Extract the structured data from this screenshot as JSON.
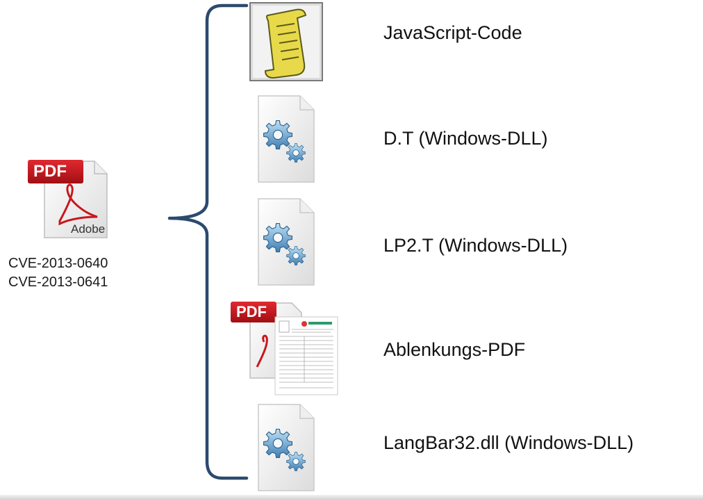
{
  "source": {
    "badge": "PDF",
    "logo_text": "Adobe",
    "cves": [
      "CVE-2013-0640",
      "CVE-2013-0641"
    ]
  },
  "items": [
    {
      "icon": "script-scroll-icon",
      "label": "JavaScript-Code"
    },
    {
      "icon": "dll-gears-icon",
      "label": "D.T (Windows-DLL)"
    },
    {
      "icon": "dll-gears-icon",
      "label": "LP2.T (Windows-DLL)"
    },
    {
      "icon": "pdf-document-icon",
      "badge": "PDF",
      "label": "Ablenkungs-PDF"
    },
    {
      "icon": "dll-gears-icon",
      "label": "LangBar32.dll (Windows-DLL)"
    }
  ],
  "colors": {
    "brace": "#2c4a6e",
    "pdf_red": "#c8171d",
    "gear_blue": "#6fa7cf",
    "scroll_yellow": "#e8d94a"
  }
}
